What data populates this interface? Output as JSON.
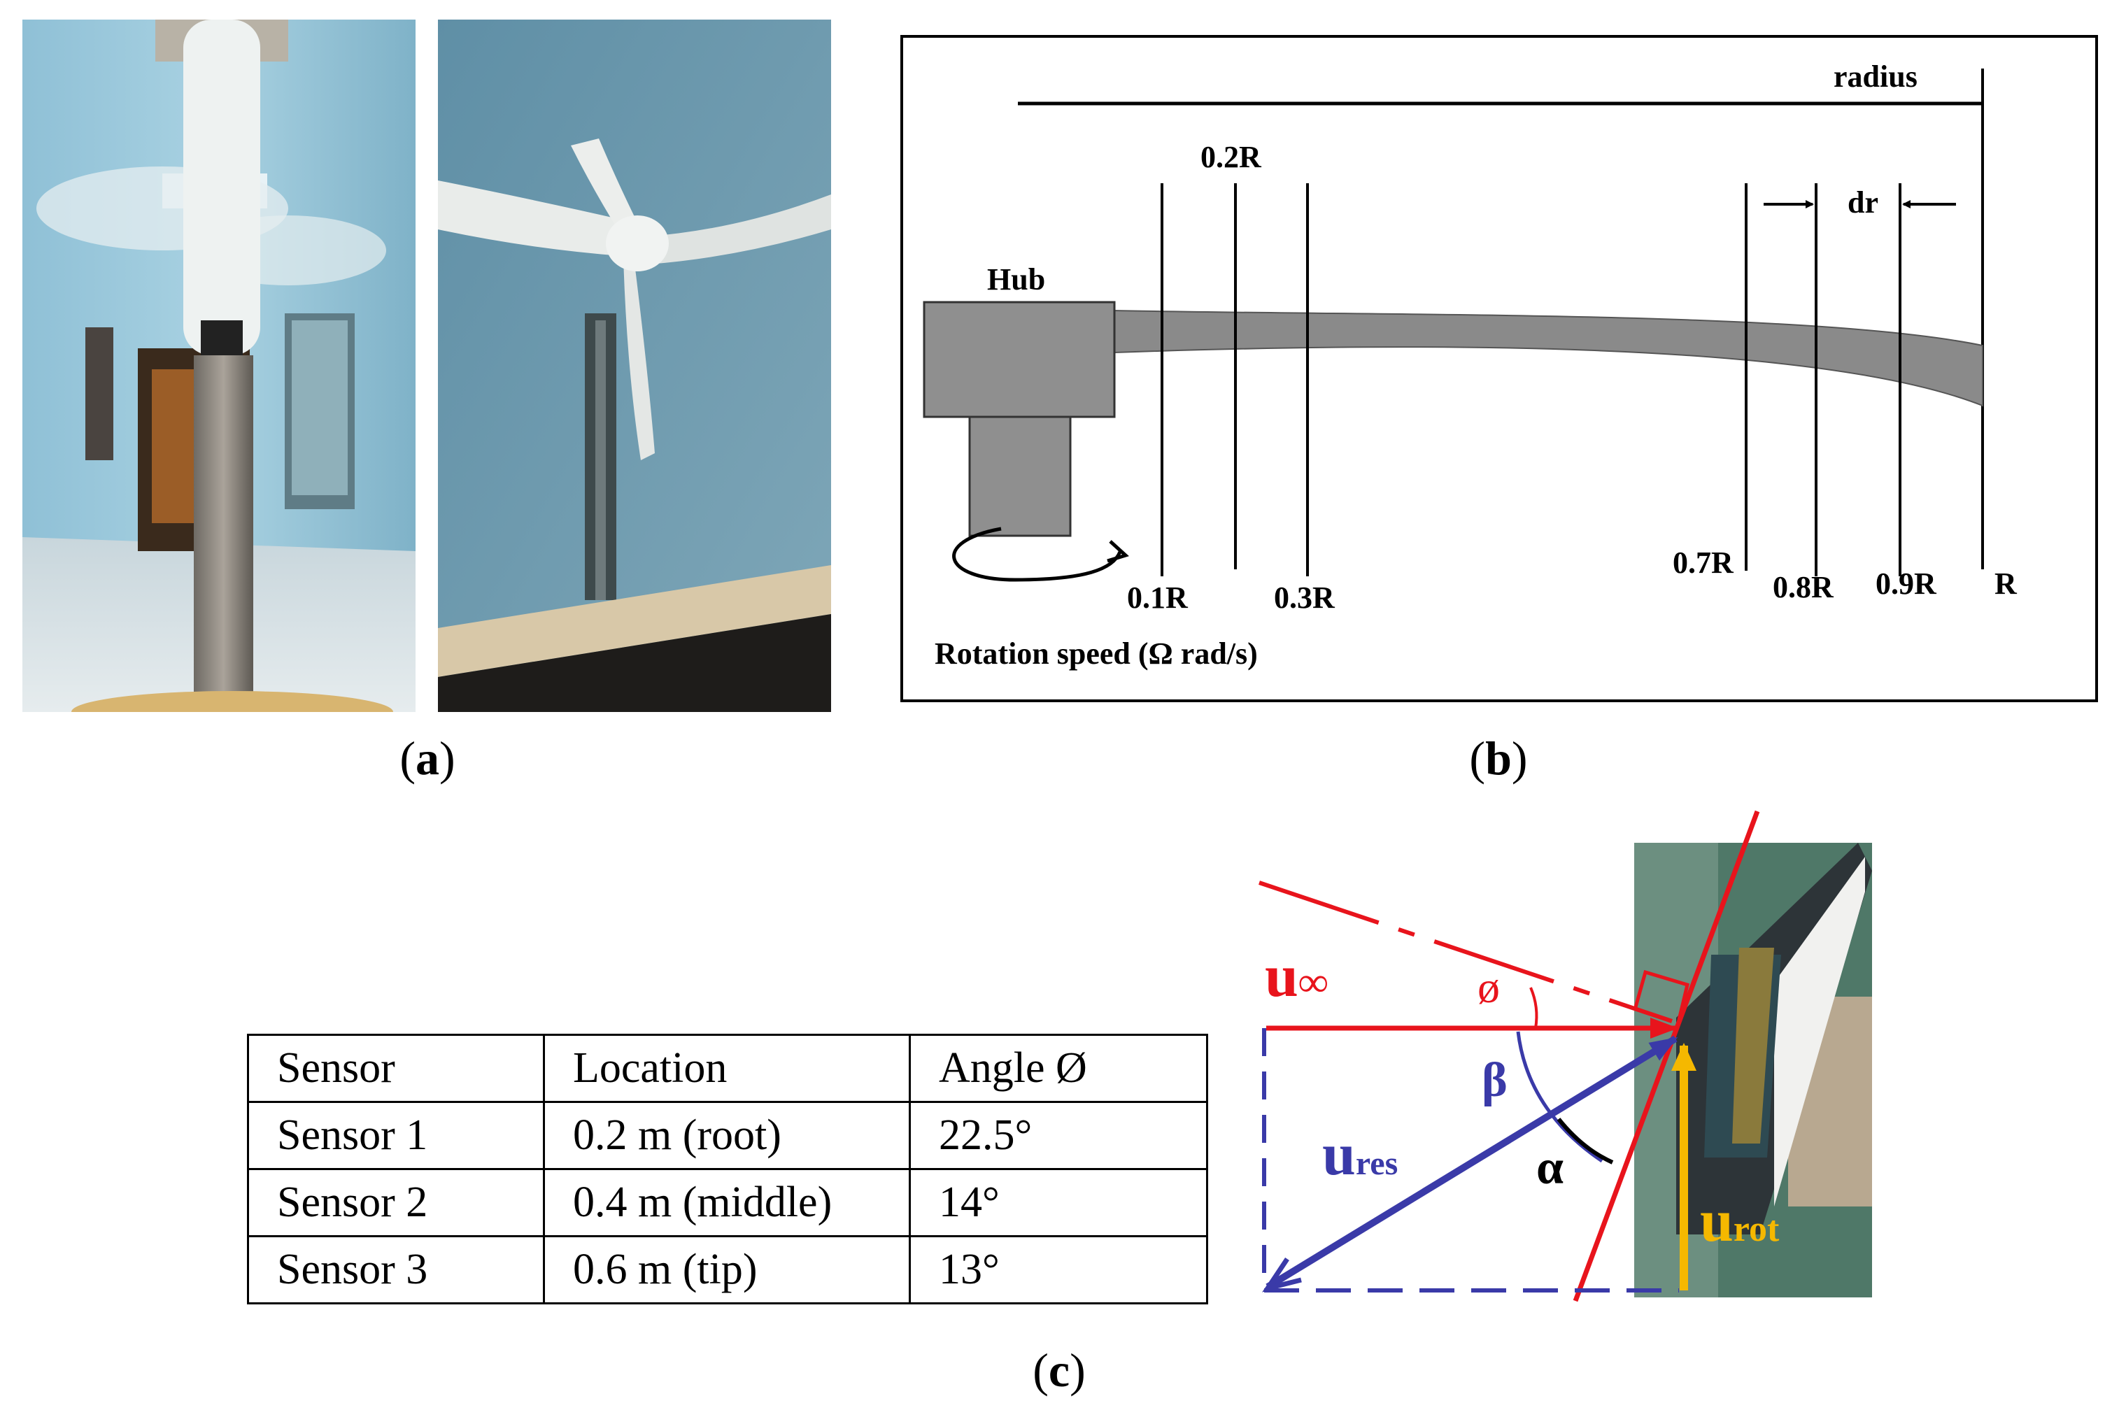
{
  "panels": {
    "a": {
      "label_open": "(",
      "letter": "a",
      "label_close": ")"
    },
    "b": {
      "label_open": "(",
      "letter": "b",
      "label_close": ")"
    },
    "c": {
      "label_open": "(",
      "letter": "c",
      "label_close": ")"
    }
  },
  "diagram_b": {
    "radius_label": "radius",
    "hub_label": "Hub",
    "rotation_label": "Rotation speed (Ω rad/s)",
    "dr_label": "dr",
    "stations": [
      "0.1R",
      "0.2R",
      "0.3R",
      "0.7R",
      "0.8R",
      "0.9R",
      "R"
    ]
  },
  "table_c": {
    "headers": [
      "Sensor",
      "Location",
      "Angle Ø"
    ],
    "rows": [
      [
        "Sensor 1",
        "0.2 m (root)",
        "22.5°"
      ],
      [
        "Sensor 2",
        "0.4 m (middle)",
        "14°"
      ],
      [
        "Sensor 3",
        "0.6 m (tip)",
        "13°"
      ]
    ]
  },
  "vector_diagram": {
    "u_inf": {
      "base": "u",
      "sub": "∞"
    },
    "u_res": {
      "base": "u",
      "sub": "res"
    },
    "u_rot": {
      "base": "u",
      "sub": "rot"
    },
    "phi": "ø",
    "beta": "β",
    "alpha": "α",
    "colors": {
      "red": "#e8141c",
      "blue": "#3a3aa8",
      "yellow": "#f5b800",
      "black": "#000000"
    }
  }
}
